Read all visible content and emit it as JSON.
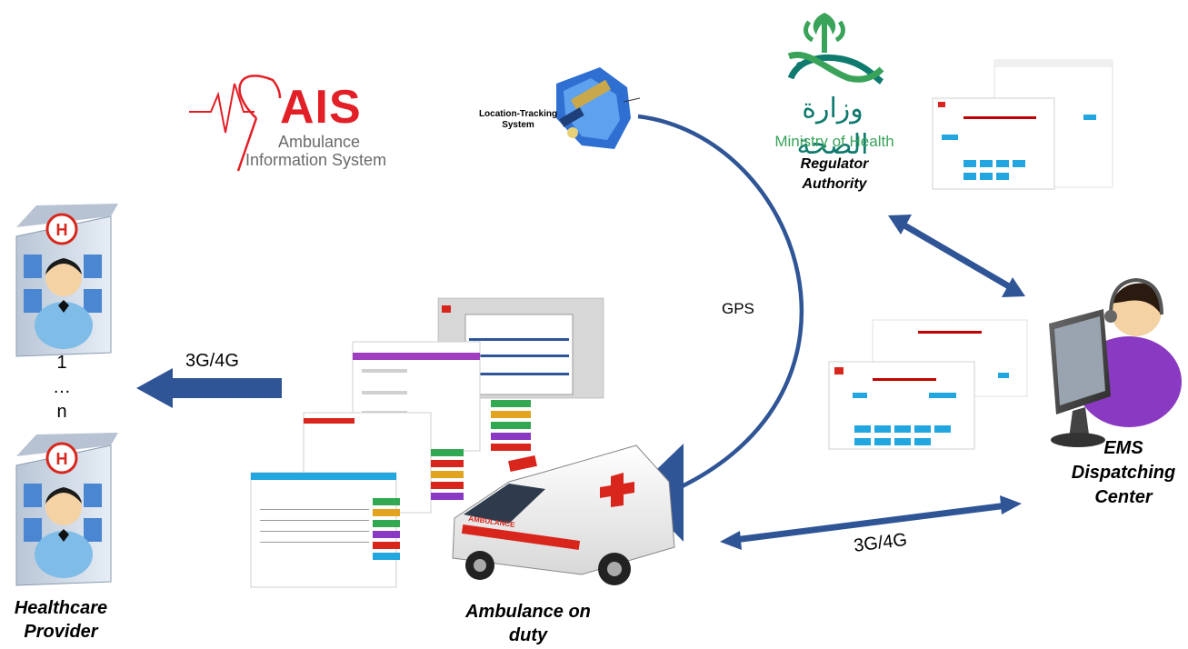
{
  "logo": {
    "acronym": "AIS",
    "line1": "Ambulance",
    "line2": "Information System"
  },
  "location_tracking": {
    "line1": "Location-Tracking",
    "line2": "System"
  },
  "ministry": {
    "arabic": "وزارة الصحة",
    "english": "Ministry of Health"
  },
  "regulator": {
    "line1": "Regulator",
    "line2": "Authority"
  },
  "gps_label": "GPS",
  "link_hospital": "3G/4G",
  "link_dispatch": "3G/4G",
  "hospital_count": {
    "first": "1",
    "dots": "…",
    "last": "n"
  },
  "healthcare": {
    "line1": "Healthcare",
    "line2": "Provider"
  },
  "ambulance": {
    "line1": "Ambulance on",
    "line2": "duty",
    "vehicle_text": "AMBULANCE"
  },
  "ems": {
    "line1": "EMS",
    "line2": "Dispatching",
    "line3": "Center"
  },
  "colors": {
    "arrow": "#2f5597",
    "ais_red": "#e21f26",
    "moh_green": "#3aa35a",
    "moh_teal": "#0f7a6e"
  }
}
